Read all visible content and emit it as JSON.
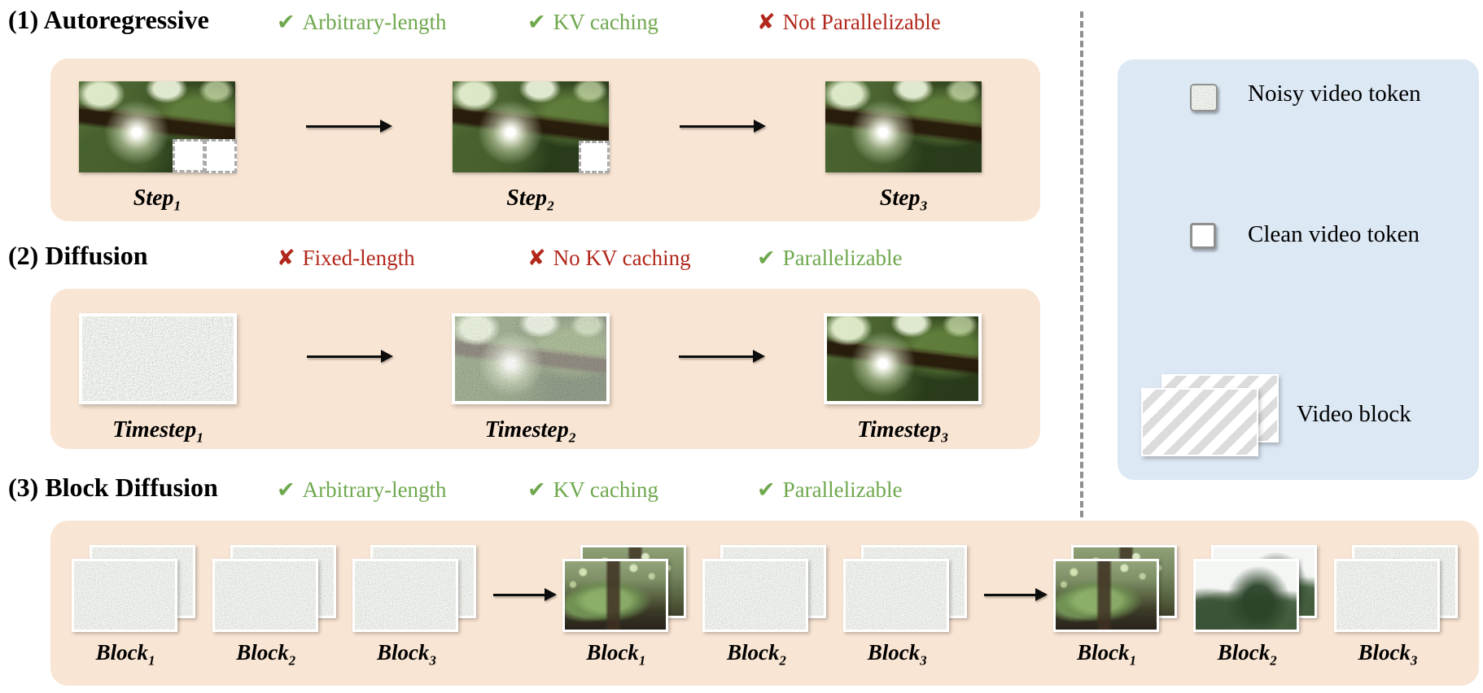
{
  "figure": {
    "icons": {
      "check": "✔",
      "cross": "✘"
    },
    "colors": {
      "check_green": "#6fa84e",
      "cross_red": "#b2271b",
      "panel_peach": "#f9e5d3",
      "legend_blue": "#dce8f4",
      "separator_gray": "#8f8f8f"
    },
    "sections": [
      {
        "title": "(1) Autoregressive",
        "badges": [
          {
            "icon": "check",
            "label": "Arbitrary-length"
          },
          {
            "icon": "check",
            "label": "KV caching"
          },
          {
            "icon": "cross",
            "label": "Not Parallelizable"
          }
        ],
        "steps": [
          {
            "base": "Step",
            "sub": "1"
          },
          {
            "base": "Step",
            "sub": "2"
          },
          {
            "base": "Step",
            "sub": "3"
          }
        ]
      },
      {
        "title": "(2) Diffusion",
        "badges": [
          {
            "icon": "cross",
            "label": "Fixed-length"
          },
          {
            "icon": "cross",
            "label": "No KV caching"
          },
          {
            "icon": "check",
            "label": "Parallelizable"
          }
        ],
        "steps": [
          {
            "base": "Timestep",
            "sub": "1"
          },
          {
            "base": "Timestep",
            "sub": "2"
          },
          {
            "base": "Timestep",
            "sub": "3"
          }
        ]
      },
      {
        "title": "(3) Block Diffusion",
        "badges": [
          {
            "icon": "check",
            "label": "Arbitrary-length"
          },
          {
            "icon": "check",
            "label": "KV caching"
          },
          {
            "icon": "check",
            "label": "Parallelizable"
          }
        ],
        "stages": [
          {
            "blocks": [
              {
                "base": "Block",
                "sub": "1"
              },
              {
                "base": "Block",
                "sub": "2"
              },
              {
                "base": "Block",
                "sub": "3"
              }
            ]
          },
          {
            "blocks": [
              {
                "base": "Block",
                "sub": "1"
              },
              {
                "base": "Block",
                "sub": "2"
              },
              {
                "base": "Block",
                "sub": "3"
              }
            ]
          },
          {
            "blocks": [
              {
                "base": "Block",
                "sub": "1"
              },
              {
                "base": "Block",
                "sub": "2"
              },
              {
                "base": "Block",
                "sub": "3"
              }
            ]
          }
        ]
      }
    ],
    "legend": {
      "items": [
        {
          "label": "Noisy video token",
          "swatch": "noisy-token"
        },
        {
          "label": "Clean video token",
          "swatch": "clean-token"
        },
        {
          "label": "Video block",
          "swatch": "video-block"
        }
      ]
    }
  }
}
